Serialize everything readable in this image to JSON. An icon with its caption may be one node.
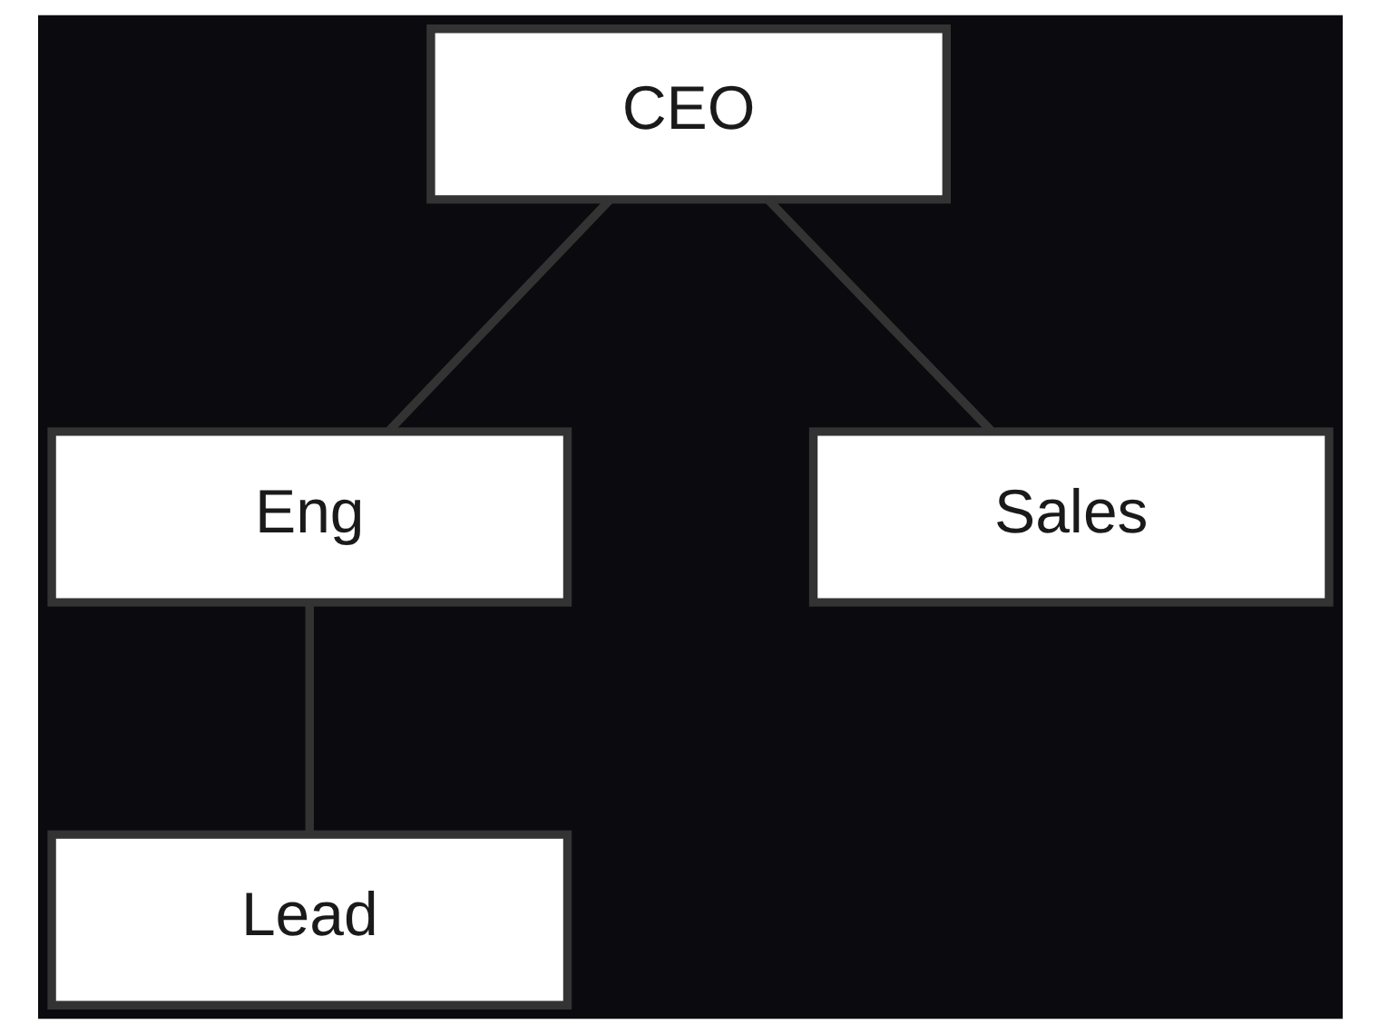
{
  "diagram": {
    "nodes": [
      {
        "text": [
          "CEO"
        ]
      },
      {
        "text": [
          "Eng"
        ]
      },
      {
        "text": [
          "Sales"
        ]
      },
      {
        "text": [
          "Lead"
        ]
      }
    ],
    "edges": [
      {
        "from": 0,
        "to": 1,
        "arrow": "none"
      },
      {
        "from": 0,
        "to": 2,
        "arrow": "none"
      },
      {
        "from": 1,
        "to": 3,
        "arrow": "none"
      }
    ]
  }
}
